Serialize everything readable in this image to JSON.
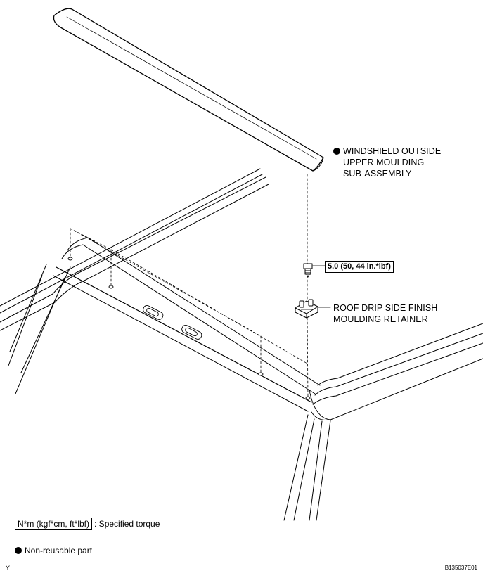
{
  "callouts": {
    "moulding": [
      "WINDSHIELD OUTSIDE",
      "UPPER MOULDING",
      "SUB-ASSEMBLY"
    ],
    "retainer": [
      "ROOF DRIP SIDE FINISH",
      "MOULDING RETAINER"
    ],
    "torque": "5.0 (50, 44 in.*lbf)"
  },
  "legend": {
    "torque_box": "N*m (kgf*cm, ft*lbf)",
    "torque_text": ": Specified torque",
    "nonreusable_text": "Non-reusable part"
  },
  "corner": {
    "left": "Y",
    "right": "B135037E01"
  }
}
